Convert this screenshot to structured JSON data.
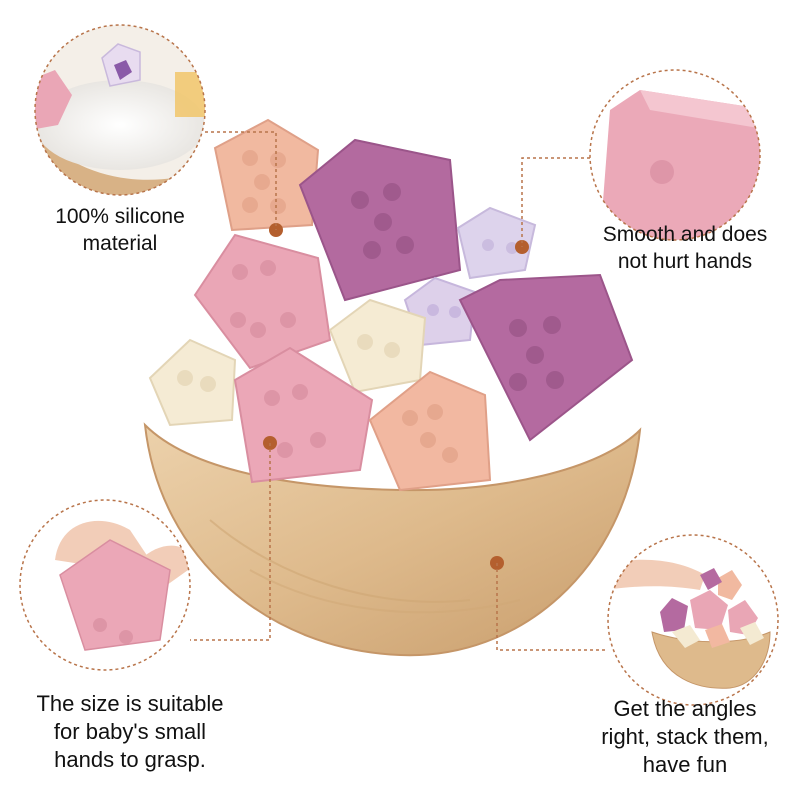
{
  "callouts": [
    {
      "lines": [
        "100% silicone",
        "material"
      ]
    },
    {
      "lines": [
        "Smooth and does",
        "not hurt hands"
      ]
    },
    {
      "lines": [
        "The size is suitable",
        "for baby's small",
        "hands to grasp."
      ]
    },
    {
      "lines": [
        "Get the angles",
        "right, stack them,",
        "have fun"
      ]
    }
  ],
  "colors": {
    "peach": "#f0b9a2",
    "pink": "#e9a6b5",
    "purple": "#b56aa0",
    "lavender": "#d9cde8",
    "cream": "#f4ead2",
    "wood": "#e0bf95",
    "dot": "#b45f2e"
  }
}
